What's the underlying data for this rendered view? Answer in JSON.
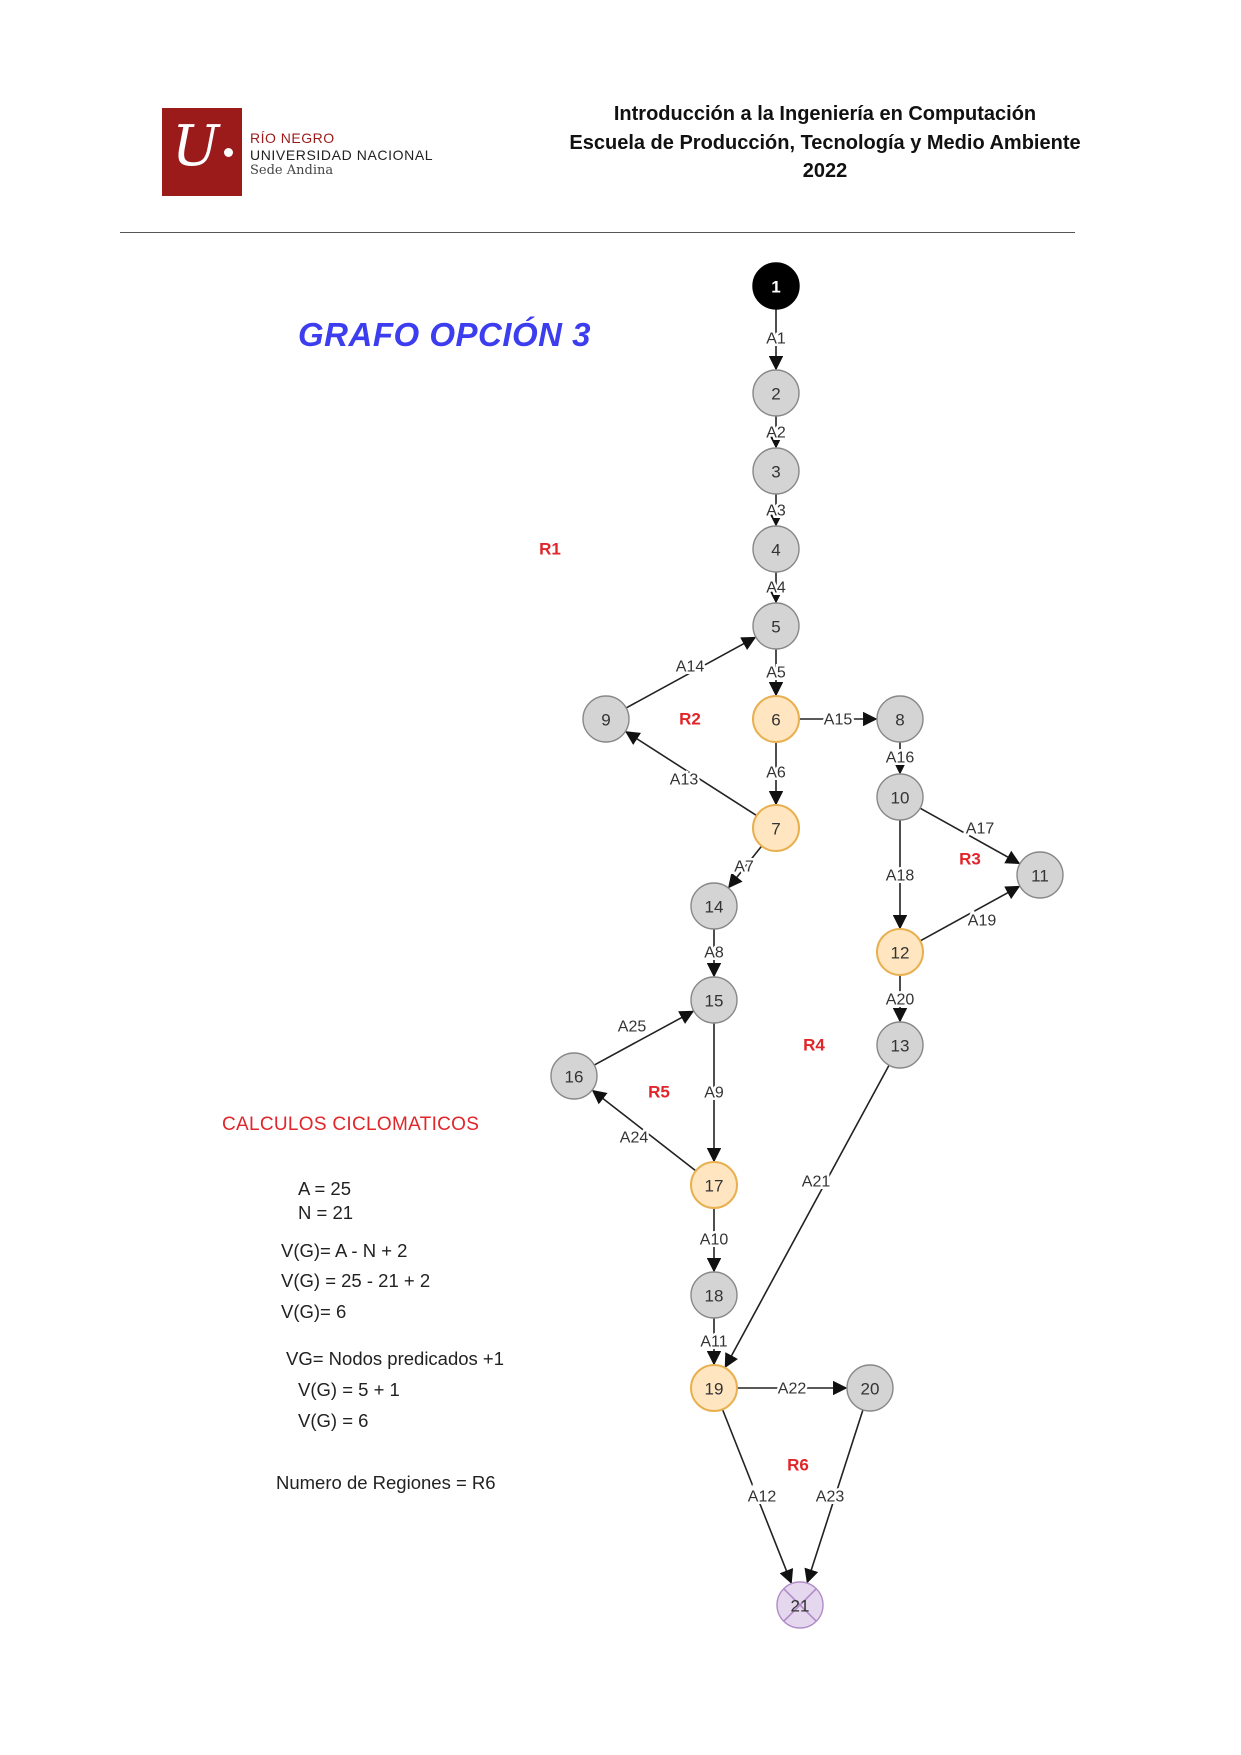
{
  "header": {
    "logo_glyph": "U",
    "logo_line1": "RÍO NEGRO",
    "logo_line2": "UNIVERSIDAD NACIONAL",
    "logo_line3": "Sede Andina",
    "line1": "Introducción a la Ingeniería en Computación",
    "line2": "Escuela de Producción, Tecnología y Medio Ambiente",
    "line3": "2022",
    "brand_color": "#9b1b1b"
  },
  "diagram_title": "GRAFO OPCIÓN 3",
  "graph": {
    "nodes": [
      {
        "id": "1",
        "type": "start"
      },
      {
        "id": "2",
        "type": "normal"
      },
      {
        "id": "3",
        "type": "normal"
      },
      {
        "id": "4",
        "type": "normal"
      },
      {
        "id": "5",
        "type": "normal"
      },
      {
        "id": "6",
        "type": "predicate"
      },
      {
        "id": "7",
        "type": "predicate"
      },
      {
        "id": "8",
        "type": "normal"
      },
      {
        "id": "9",
        "type": "normal"
      },
      {
        "id": "10",
        "type": "normal"
      },
      {
        "id": "11",
        "type": "normal"
      },
      {
        "id": "12",
        "type": "predicate"
      },
      {
        "id": "13",
        "type": "normal"
      },
      {
        "id": "14",
        "type": "normal"
      },
      {
        "id": "15",
        "type": "normal"
      },
      {
        "id": "16",
        "type": "normal"
      },
      {
        "id": "17",
        "type": "predicate"
      },
      {
        "id": "18",
        "type": "normal"
      },
      {
        "id": "19",
        "type": "predicate"
      },
      {
        "id": "20",
        "type": "normal"
      },
      {
        "id": "21",
        "type": "end"
      }
    ],
    "edges": [
      {
        "label": "A1",
        "from": "1",
        "to": "2"
      },
      {
        "label": "A2",
        "from": "2",
        "to": "3"
      },
      {
        "label": "A3",
        "from": "3",
        "to": "4"
      },
      {
        "label": "A4",
        "from": "4",
        "to": "5"
      },
      {
        "label": "A5",
        "from": "5",
        "to": "6"
      },
      {
        "label": "A6",
        "from": "6",
        "to": "7"
      },
      {
        "label": "A7",
        "from": "7",
        "to": "14"
      },
      {
        "label": "A8",
        "from": "14",
        "to": "15"
      },
      {
        "label": "A9",
        "from": "15",
        "to": "17"
      },
      {
        "label": "A10",
        "from": "17",
        "to": "18"
      },
      {
        "label": "A11",
        "from": "18",
        "to": "19"
      },
      {
        "label": "A12",
        "from": "19",
        "to": "21"
      },
      {
        "label": "A13",
        "from": "7",
        "to": "9"
      },
      {
        "label": "A14",
        "from": "9",
        "to": "5"
      },
      {
        "label": "A15",
        "from": "6",
        "to": "8"
      },
      {
        "label": "A16",
        "from": "8",
        "to": "10"
      },
      {
        "label": "A17",
        "from": "10",
        "to": "11"
      },
      {
        "label": "A18",
        "from": "10",
        "to": "12"
      },
      {
        "label": "A19",
        "from": "12",
        "to": "11"
      },
      {
        "label": "A20",
        "from": "12",
        "to": "13"
      },
      {
        "label": "A21",
        "from": "13",
        "to": "19"
      },
      {
        "label": "A22",
        "from": "19",
        "to": "20"
      },
      {
        "label": "A23",
        "from": "20",
        "to": "21"
      },
      {
        "label": "A24",
        "from": "17",
        "to": "16"
      },
      {
        "label": "A25",
        "from": "16",
        "to": "15"
      }
    ],
    "regions": [
      "R1",
      "R2",
      "R3",
      "R4",
      "R5",
      "R6"
    ],
    "colors": {
      "start": "#000000",
      "normal": "#d4d4d4",
      "predicate_fill": "#ffe6c0",
      "predicate_stroke": "#e8b050",
      "end_fill": "#e5d8ee",
      "end_stroke": "#b08cc8",
      "region": "#e0262a",
      "title": "#3d3df0"
    }
  },
  "calculations": {
    "title": "CALCULOS CICLOMATICOS",
    "a": "A = 25",
    "n": "N = 21",
    "formula1": "V(G)= A - N + 2",
    "formula1_sub": "V(G) = 25 - 21 + 2",
    "formula1_result": "V(G)= 6",
    "formula2": "VG= Nodos predicados +1",
    "formula2_sub": "V(G) = 5 + 1",
    "formula2_result": "V(G) = 6",
    "regions": "Numero de Regiones = R6"
  }
}
